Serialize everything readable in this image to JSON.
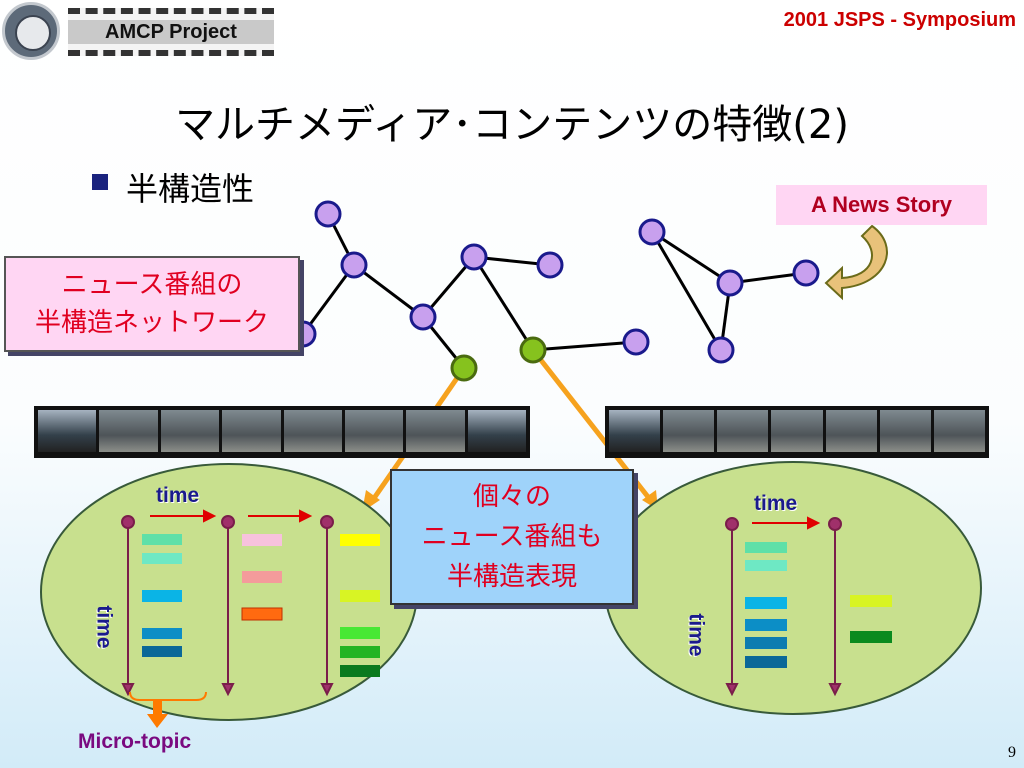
{
  "header": {
    "project_label": "AMCP Project",
    "symposium_label": "2001 JSPS - Symposium"
  },
  "slide": {
    "title": "マルチメディア･コンテンツの特徴(2)",
    "bullet": "半構造性",
    "network_label_line1": "ニュース番組の",
    "network_label_line2": "半構造ネットワーク",
    "news_story_label": "A News Story",
    "blue_box_line1": "個々の",
    "blue_box_line2": "ニュース番組も",
    "blue_box_line3": "半構造表現",
    "left_time_top": "time",
    "left_time_side": "time",
    "right_time_top": "time",
    "right_time_side": "time",
    "micro_topic": "Micro-topic",
    "page_number": "9"
  },
  "colors": {
    "node_purple": "#c8a0ee",
    "node_green": "#86c21e",
    "node_border": "#1a1a8c",
    "ellipse_fill": "#c8e08e",
    "accent_red": "#cc0000",
    "connector_orange": "#f6a21e"
  },
  "icons": {
    "logo": "university-seal-icon",
    "bullet": "square-bullet-icon",
    "callout_arrow": "curved-arrow-icon"
  }
}
